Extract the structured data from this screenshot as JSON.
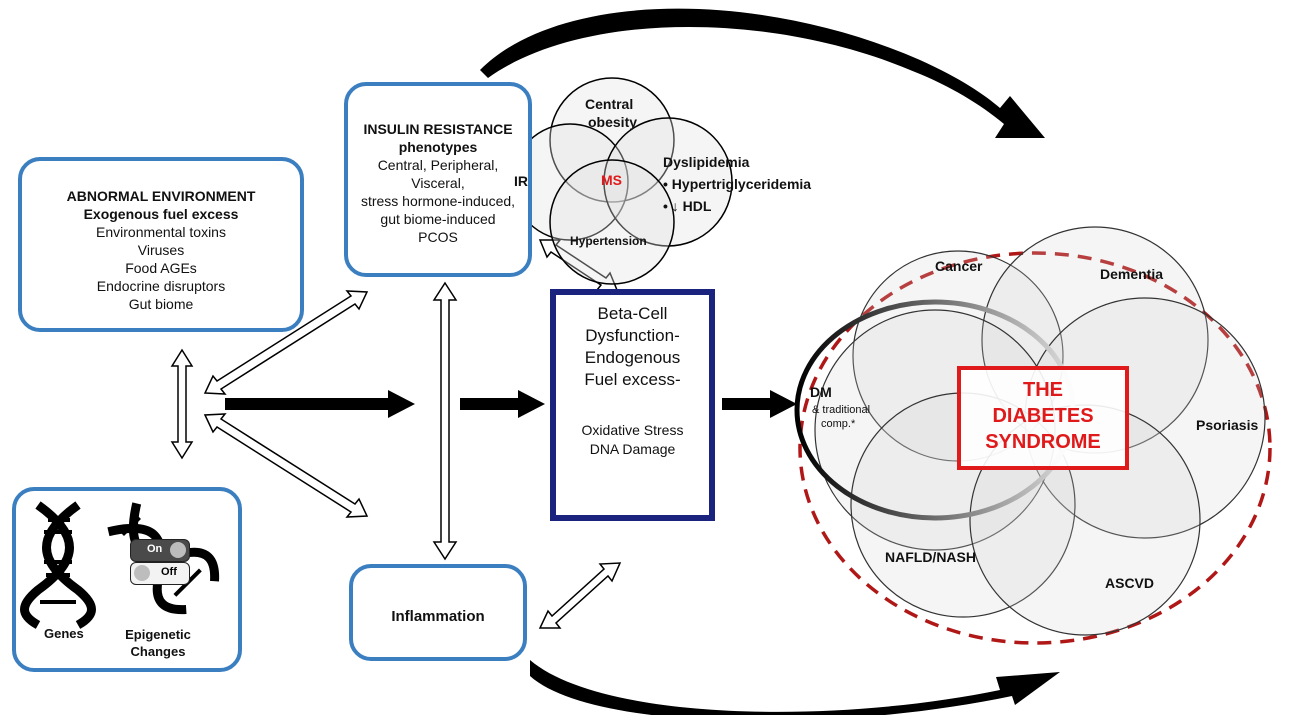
{
  "abnormal_environment": {
    "title": "ABNORMAL ENVIRONMENT",
    "subtitle": "Exogenous fuel excess",
    "items": [
      "Environmental toxins",
      "Viruses",
      "Food AGEs",
      "Endocrine disruptors",
      "Gut biome"
    ]
  },
  "insulin_resistance": {
    "title": "INSULIN RESISTANCE",
    "subtitle": "phenotypes",
    "items": [
      "Central, Peripheral,",
      "Visceral,",
      "stress hormone-induced,",
      "gut biome-induced",
      "PCOS"
    ]
  },
  "metabolic_syndrome": {
    "ir": "IR",
    "central_obesity_1": "Central",
    "central_obesity_2": "obesity",
    "ms": "MS",
    "dyslipidemia": "Dyslipidemia",
    "hypertriglyceridemia": "• Hypertriglyceridemia",
    "hdl": "• ↓ HDL",
    "hypertension": "Hypertension"
  },
  "genes": {
    "genes_label": "Genes",
    "epigenetic_1": "Epigenetic",
    "epigenetic_2": "Changes",
    "on": "On",
    "off": "Off"
  },
  "inflammation": {
    "label": "Inflammation"
  },
  "beta_cell": {
    "line1": "Beta-Cell",
    "line2": "Dysfunction-",
    "line3": "Endogenous",
    "line4": "Fuel excess-",
    "line5": "Oxidative Stress",
    "line6": "DNA Damage"
  },
  "syndrome": {
    "title1": "THE",
    "title2": "DIABETES",
    "title3": "SYNDROME",
    "cancer": "Cancer",
    "dementia": "Dementia",
    "dm": "DM",
    "dm_sub1": "& traditional",
    "dm_sub2": "comp.*",
    "psoriasis": "Psoriasis",
    "nafld": "NAFLD/NASH",
    "ascvd": "ASCVD"
  },
  "colors": {
    "box_border": "#3b7fc0",
    "beta_border": "#1a237e",
    "syndrome_red": "#e0191b",
    "dashed_red": "#b01717"
  }
}
